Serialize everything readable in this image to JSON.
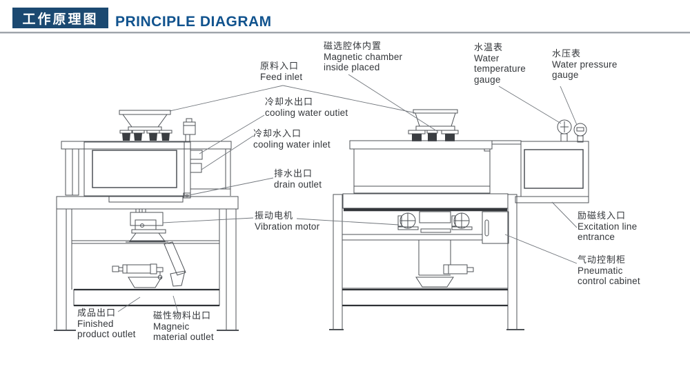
{
  "header": {
    "title_zh": "工作原理图",
    "title_en": "PRINCIPLE DIAGRAM"
  },
  "colors": {
    "header_bg": "#1b4971",
    "header_text": "#ffffff",
    "title_en_color": "#11538e",
    "drawing_line": "#4d5156",
    "dark_fill": "#3a3d41",
    "divider": "#a0a5ab"
  },
  "labels": {
    "feed_inlet": {
      "zh": "原料入口",
      "en1": "Feed inlet"
    },
    "magnetic_chamber": {
      "zh": "磁选腔体内置",
      "en1": "Magnetic chamber",
      "en2": "inside placed"
    },
    "water_temperature": {
      "zh": "水温表",
      "en1": "Water",
      "en2": "temperature",
      "en3": "gauge"
    },
    "water_pressure": {
      "zh": "水压表",
      "en1": "Water pressure",
      "en2": "gauge"
    },
    "cooling_outlet": {
      "zh": "冷却水出口",
      "en1": "cooling water outiet"
    },
    "cooling_inlet": {
      "zh": "冷却水入口",
      "en1": "cooling water inlet"
    },
    "drain_outlet": {
      "zh": "排水出口",
      "en1": "drain outlet"
    },
    "vibration_motor": {
      "zh": "振动电机",
      "en1": "Vibration motor"
    },
    "excitation": {
      "zh": "励磁线入口",
      "en1": "Excitation line",
      "en2": "entrance"
    },
    "pneumatic": {
      "zh": "气动控制柜",
      "en1": "Pneumatic",
      "en2": "control cabinet"
    },
    "finished": {
      "zh": "成品出口",
      "en1": "Finished",
      "en2": "product outlet"
    },
    "magnetic_material": {
      "zh": "磁性物料出口",
      "en1": "Magneic",
      "en2": "material outlet"
    }
  }
}
